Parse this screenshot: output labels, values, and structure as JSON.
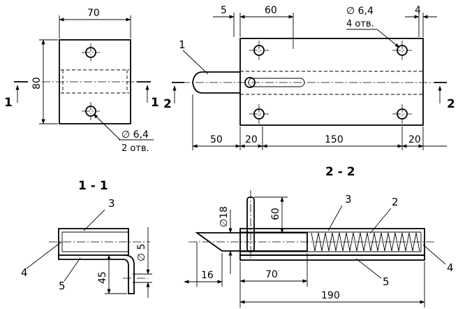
{
  "top_left_view": {
    "width_dim": "70",
    "height_dim": "80",
    "hole_note": "∅ 6,4",
    "hole_count": "2 отв.",
    "section_marks": [
      "1",
      "1"
    ]
  },
  "top_right_view": {
    "dim_5": "5",
    "dim_60": "60",
    "dim_4": "4",
    "hole_note": "∅ 6,4",
    "hole_count": "4 отв.",
    "part_label": "1",
    "section_marks": [
      "2",
      "2"
    ],
    "dim_50": "50",
    "dim_20_left": "20",
    "dim_150": "150",
    "dim_20_right": "20"
  },
  "section_1_1": {
    "title": "1 - 1",
    "labels": [
      "3",
      "4",
      "5"
    ],
    "dim_diameter": "∅ 5",
    "dim_45": "45"
  },
  "section_2_2": {
    "title": "2 - 2",
    "dim_diameter": "∅18",
    "dim_60": "60",
    "labels": [
      "3",
      "2",
      "4",
      "5"
    ],
    "dim_16": "16",
    "dim_70": "70",
    "dim_190": "190"
  }
}
